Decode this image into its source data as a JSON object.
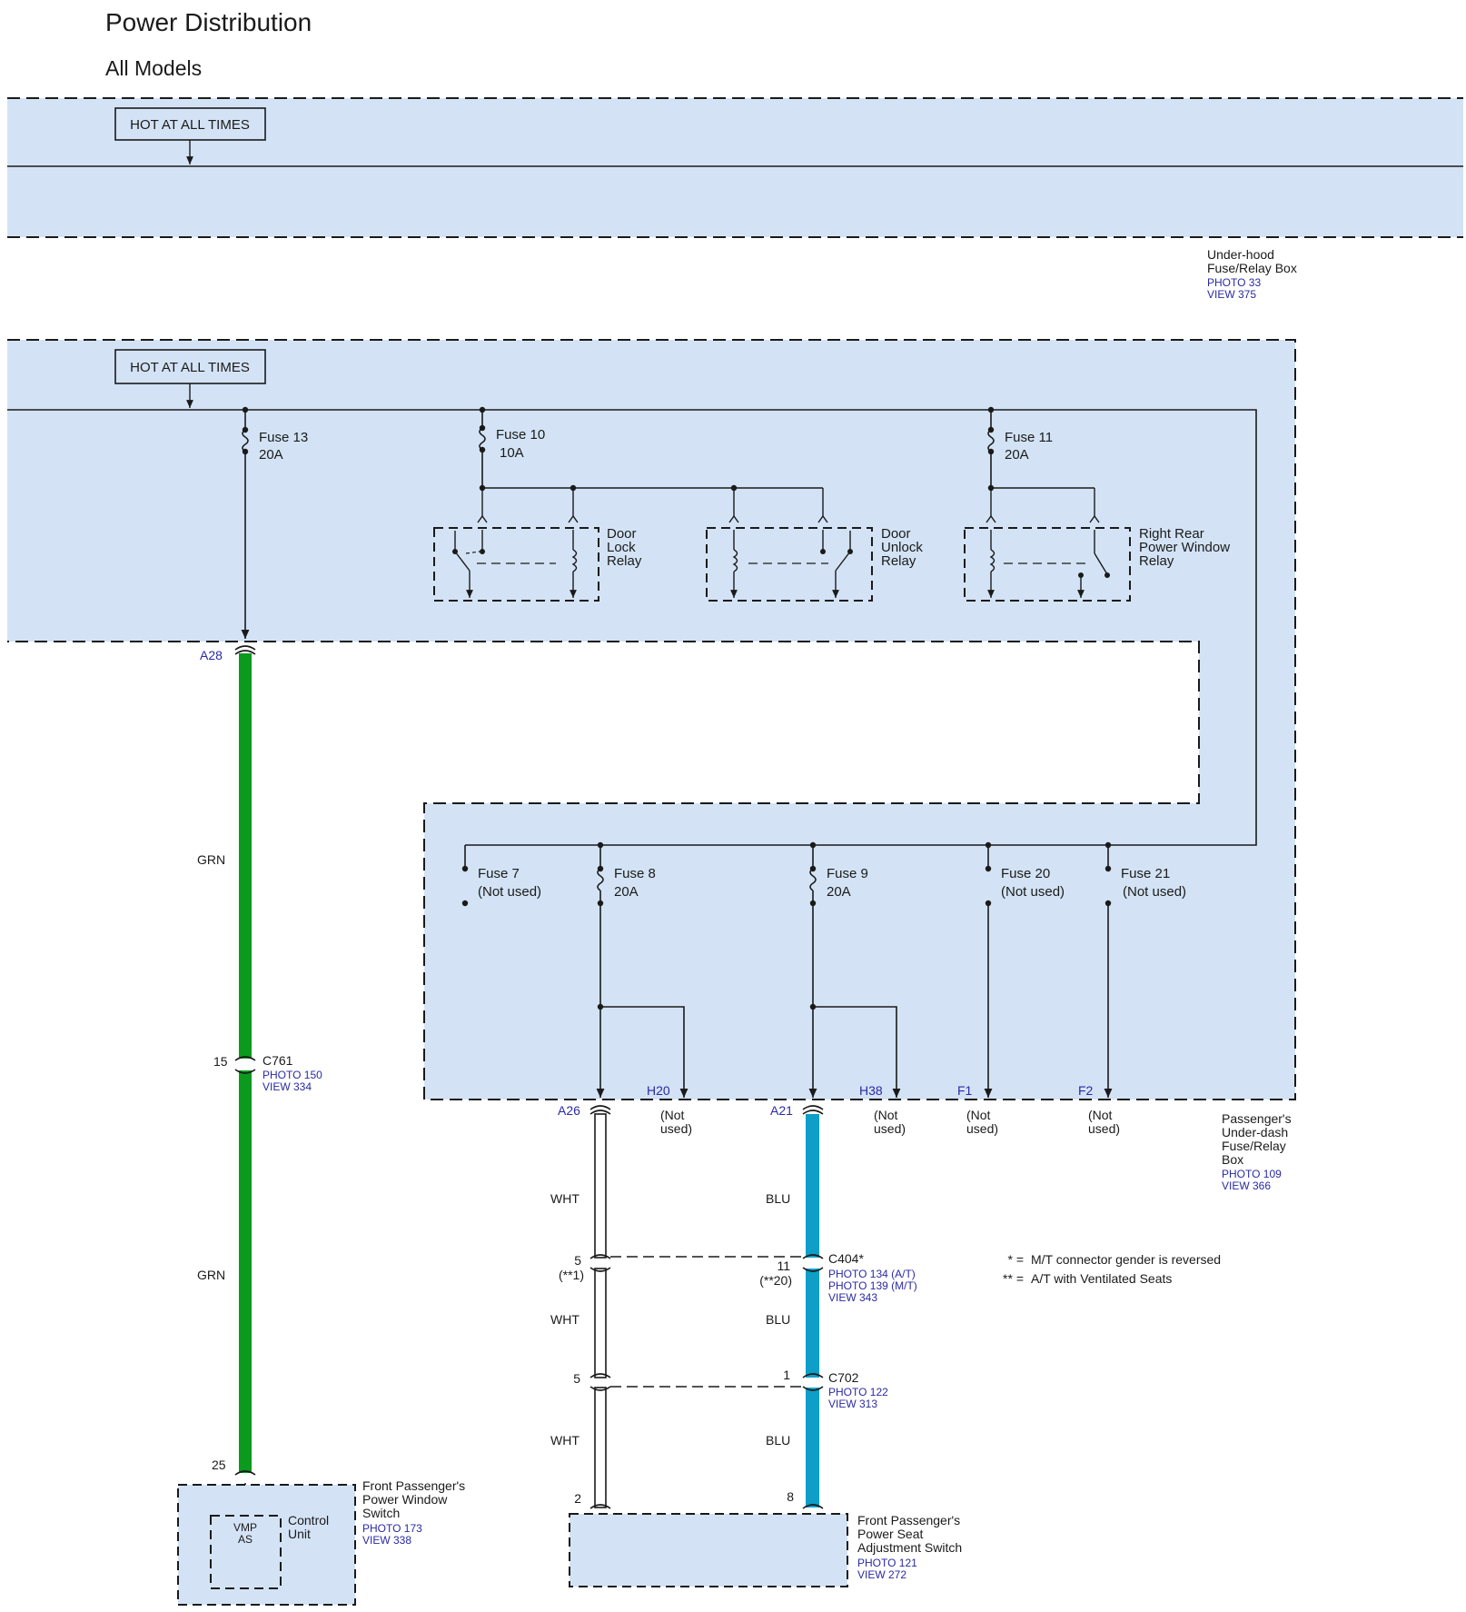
{
  "header": {
    "title": "Power Distribution",
    "subtitle": "All Models"
  },
  "underhood_box": {
    "hot_label": "HOT AT ALL TIMES",
    "name_line1": "Under-hood",
    "name_line2": "Fuse/Relay Box",
    "photo": "PHOTO 33",
    "view": "VIEW 375"
  },
  "underdash_box": {
    "hot_label": "HOT AT ALL TIMES",
    "name_lines": [
      "Passenger's",
      "Under-dash",
      "Fuse/Relay",
      "Box"
    ],
    "photo": "PHOTO 109",
    "view": "VIEW 366"
  },
  "fuses": {
    "f13": {
      "name": "Fuse 13",
      "rating": "20A"
    },
    "f10": {
      "name": "Fuse 10",
      "rating": "10A"
    },
    "f11": {
      "name": "Fuse 11",
      "rating": "20A"
    },
    "f7": {
      "name": "Fuse 7",
      "rating": "(Not used)"
    },
    "f8": {
      "name": "Fuse 8",
      "rating": "20A"
    },
    "f9": {
      "name": "Fuse 9",
      "rating": "20A"
    },
    "f20": {
      "name": "Fuse 20",
      "rating": "(Not used)"
    },
    "f21": {
      "name": "Fuse 21",
      "rating": "(Not used)"
    }
  },
  "relays": {
    "door_lock": [
      "Door",
      "Lock",
      "Relay"
    ],
    "door_unlock": [
      "Door",
      "Unlock",
      "Relay"
    ],
    "rr_window": [
      "Right Rear",
      "Power Window",
      "Relay"
    ]
  },
  "terminals": {
    "a28": "A28",
    "a26": "A26",
    "a21": "A21",
    "h20": "H20",
    "h38": "H38",
    "f1": "F1",
    "f2": "F2"
  },
  "not_used": {
    "line1": "(Not",
    "line2": "used)"
  },
  "wires": {
    "grn": "GRN",
    "wht": "WHT",
    "blu": "BLU"
  },
  "colors": {
    "green_wire": "#0a9a1e",
    "blue_wire": "#0e9ec8",
    "box_fill": "#d3e3f5",
    "link": "#2a2aa6"
  },
  "connectors": {
    "c761": {
      "name": "C761",
      "photo": "PHOTO 150",
      "view": "VIEW 334",
      "pin": "15"
    },
    "c404": {
      "name": "C404*",
      "photo1": "PHOTO 134 (A/T)",
      "photo2": "PHOTO 139 (M/T)",
      "view": "VIEW 343",
      "pin_wht": "5",
      "note_wht": "(**1)",
      "pin_blu": "11",
      "note_blu": "(**20)"
    },
    "c702": {
      "name": "C702",
      "photo": "PHOTO 122",
      "view": "VIEW 313",
      "pin_wht": "5",
      "pin_blu": "1"
    }
  },
  "notes": [
    {
      "key": "* =",
      "text": "M/T connector gender is reversed"
    },
    {
      "key": "** =",
      "text": "A/T with Ventilated Seats"
    }
  ],
  "window_switch": {
    "pin": "25",
    "name_lines": [
      "Front Passenger's",
      "Power Window",
      "Switch"
    ],
    "photo": "PHOTO 173",
    "view": "VIEW 338",
    "vmp": "VMP",
    "as": "AS",
    "cu_line1": "Control",
    "cu_line2": "Unit"
  },
  "seat_switch": {
    "pin_wht": "2",
    "pin_blu": "8",
    "name_lines": [
      "Front Passenger's",
      "Power Seat",
      "Adjustment Switch"
    ],
    "photo": "PHOTO 121",
    "view": "VIEW 272"
  }
}
